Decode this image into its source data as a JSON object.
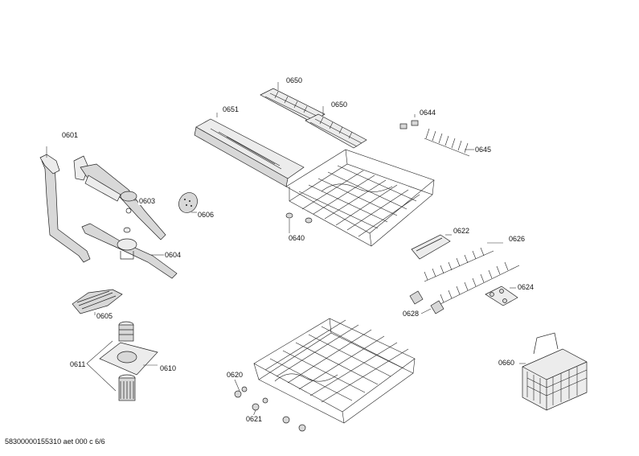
{
  "labels": {
    "p0601": "0601",
    "p0603": "0603",
    "p0604": "0604",
    "p0605": "0605",
    "p0606": "0606",
    "p0610": "0610",
    "p0611": "0611",
    "p0620": "0620",
    "p0621": "0621",
    "p0622": "0622",
    "p0624": "0624",
    "p0626": "0626",
    "p0628": "0628",
    "p0640": "0640",
    "p0644": "0644",
    "p0645": "0645",
    "p0650a": "0650",
    "p0650b": "0650",
    "p0651": "0651",
    "p0660": "0660"
  },
  "footer": "58300000155310 aet 000 c 6/6"
}
